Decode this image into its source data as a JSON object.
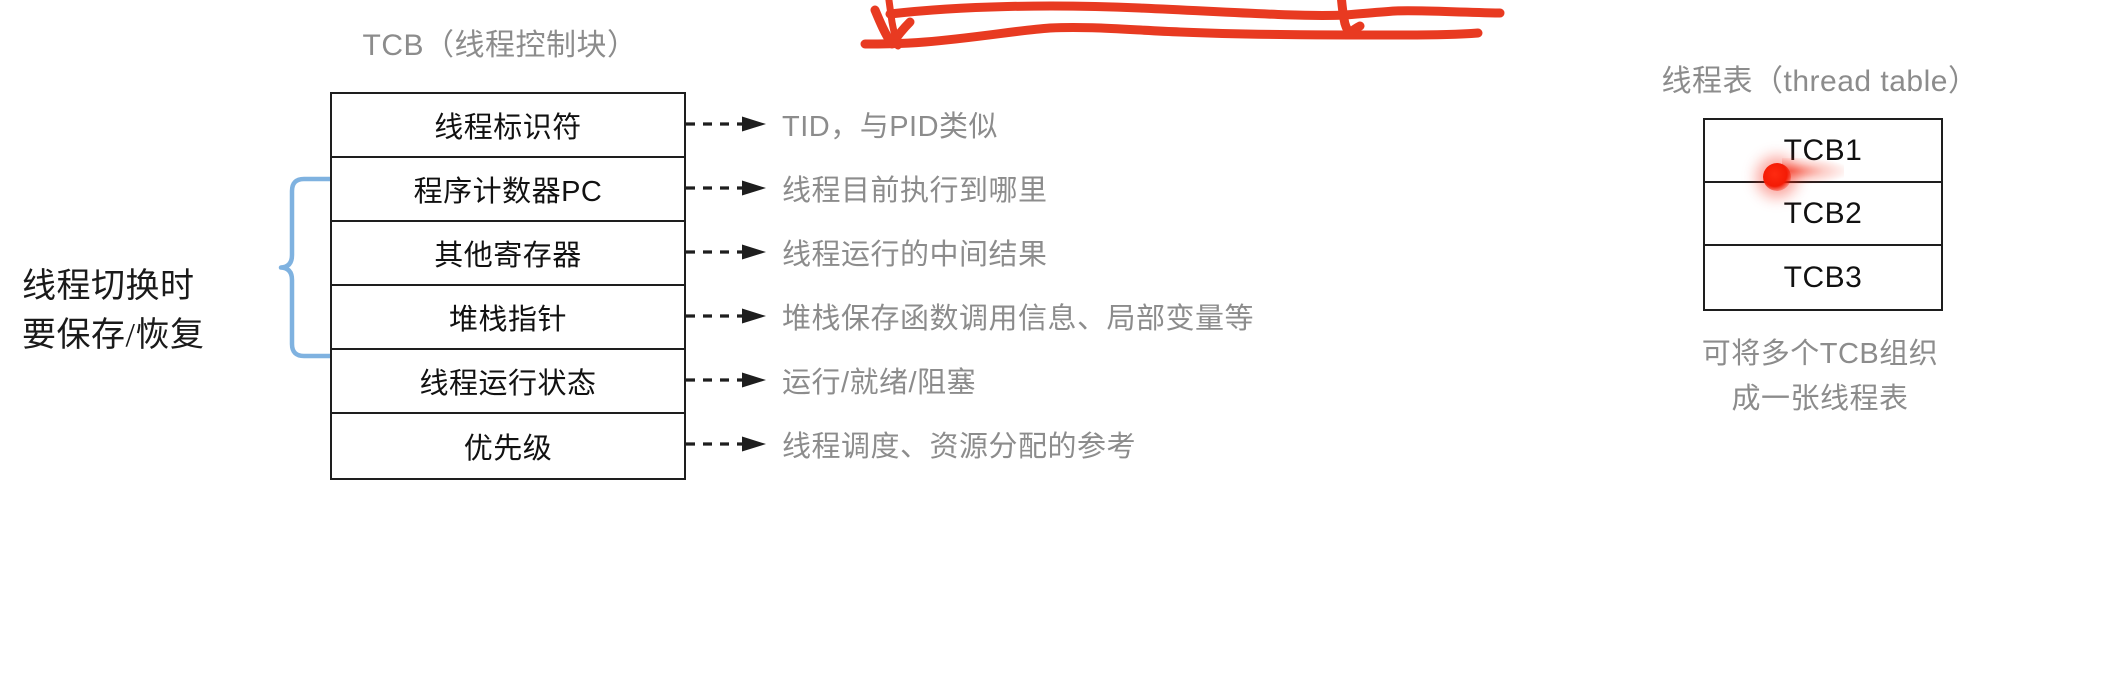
{
  "tcb": {
    "title": "TCB（线程控制块）",
    "rows": [
      {
        "label": "线程标识符",
        "note": "TID，与PID类似"
      },
      {
        "label": "程序计数器PC",
        "note": "线程目前执行到哪里"
      },
      {
        "label": "其他寄存器",
        "note": "线程运行的中间结果"
      },
      {
        "label": "堆栈指针",
        "note": "堆栈保存函数调用信息、局部变量等"
      },
      {
        "label": "线程运行状态",
        "note": "运行/就绪/阻塞"
      },
      {
        "label": "优先级",
        "note": "线程调度、资源分配的参考"
      }
    ]
  },
  "switch_label": {
    "text": "线程切换时\n要保存/恢复",
    "brace_icon": "curly-brace-icon",
    "brace_color": "#7fb2e0"
  },
  "thread_table": {
    "title": "线程表（thread table）",
    "entries": [
      "TCB1",
      "TCB2",
      "TCB3"
    ],
    "caption": "可将多个TCB组织\n成一张线程表",
    "highlight": {
      "target": "TCB1",
      "icon": "laser-pointer-dot-icon",
      "color": "#f41b05"
    }
  },
  "ink_annotation": {
    "icon": "red-pen-stroke-icon",
    "color": "#e83a21",
    "description": "红色手写波浪划线"
  },
  "colors": {
    "text_primary": "#111111",
    "text_muted": "#8c8c8c",
    "border": "#1e1e1e",
    "brace": "#7fb2e0",
    "ink_red": "#e83a21",
    "laser_red": "#f41b05",
    "background": "#ffffff"
  }
}
